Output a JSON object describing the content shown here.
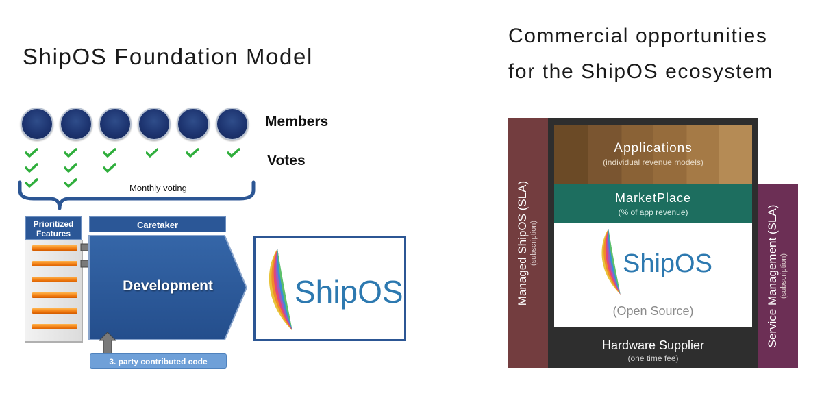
{
  "left": {
    "title": "ShipOS Foundation Model",
    "members_label": "Members",
    "votes_label": "Votes",
    "voting_label": "Monthly voting",
    "features_label": "Prioritized Features",
    "caretaker_label": "Caretaker",
    "development_label": "Development",
    "contributed_label": "3. party contributed code",
    "logo_text": "ShipOS",
    "member_count": 6,
    "votes_per_member": [
      3,
      3,
      2,
      1,
      1,
      1
    ],
    "feature_count": 6
  },
  "right": {
    "title_line1": "Commercial opportunities",
    "title_line2": "for the ShipOS ecosystem",
    "managed_title": "Managed ShipOS (SLA)",
    "managed_sub": "(subscription)",
    "service_title": "Service Management (SLA)",
    "service_sub": "(subscription)",
    "apps_title": "Applications",
    "apps_sub": "(individual revenue models)",
    "market_title": "MarketPlace",
    "market_sub": "(% of app revenue)",
    "logo_text": "ShipOS",
    "open_source": "(Open Source)",
    "hardware_title": "Hardware Supplier",
    "hardware_sub": "(one time fee)"
  },
  "colors": {
    "member_fill": "#1d3470",
    "check_green": "#2fae3c",
    "brace_blue": "#2c5694",
    "panel_blue": "#2b5797",
    "contrib_blue": "#6fa0d8",
    "feature_orange": "#f07a10",
    "managed": "#733d3f",
    "service": "#6c2f55",
    "dark": "#2e2e2e",
    "marketplace": "#1d6e5f",
    "applications": "#8a6236",
    "logo_text": "#2d79b0"
  },
  "icons": {
    "member": "circle",
    "vote": "check-icon",
    "arrow": "arrow-right-icon",
    "up_arrow": "arrow-up-icon",
    "logo": "sail-logo-icon"
  }
}
